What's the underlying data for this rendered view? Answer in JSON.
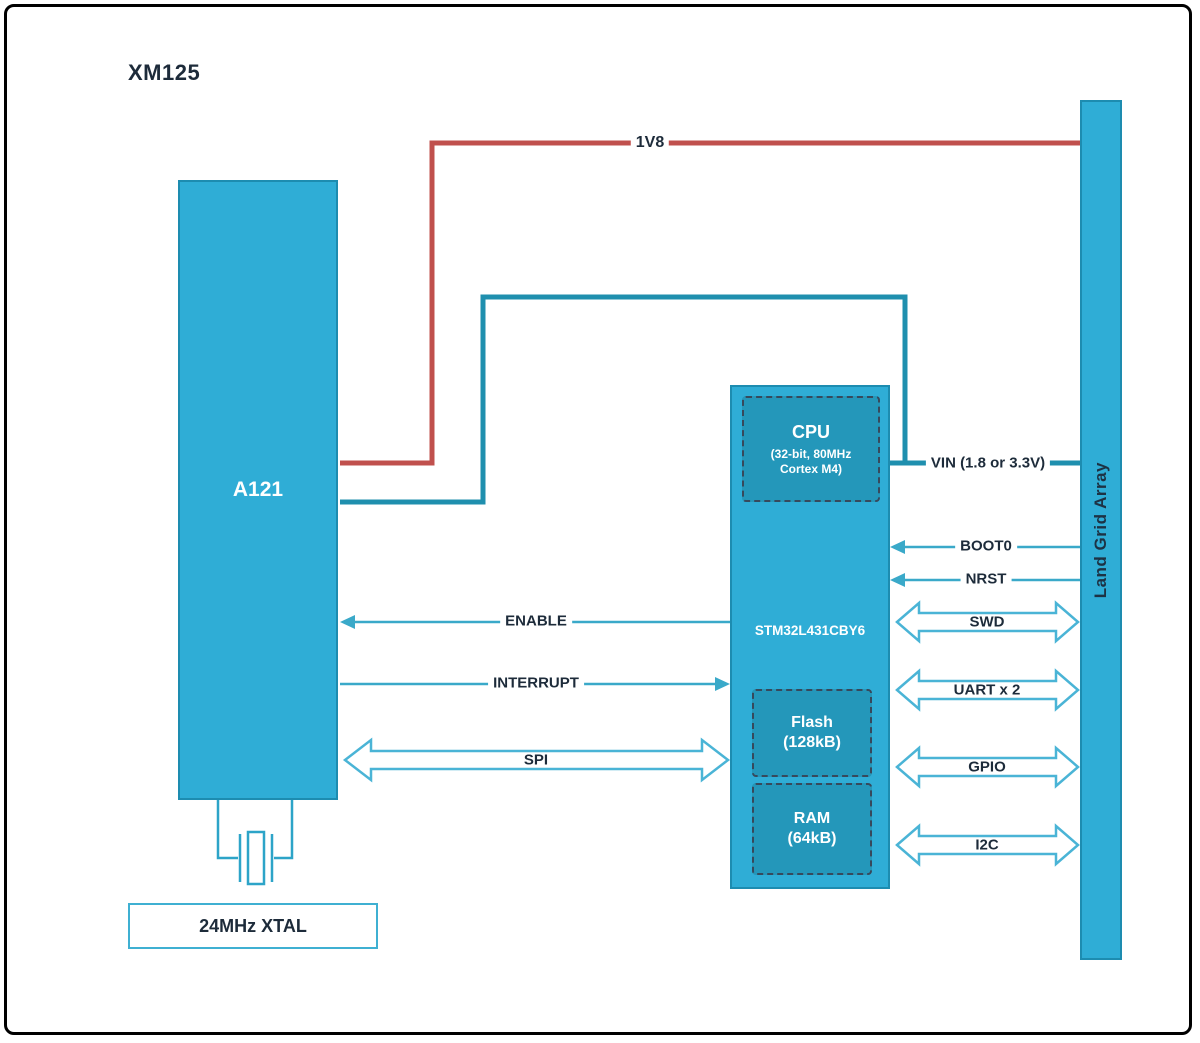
{
  "diagram": {
    "title": "XM125",
    "blocks": {
      "a121": {
        "label": "A121"
      },
      "mcu": {
        "label": "STM32L431CBY6",
        "cpu": {
          "name": "CPU",
          "detail1": "(32-bit, 80MHz",
          "detail2": "Cortex M4)"
        },
        "flash": {
          "name": "Flash",
          "size": "(128kB)"
        },
        "ram": {
          "name": "RAM",
          "size": "(64kB)"
        }
      },
      "lga": {
        "label": "Land Grid Array"
      },
      "xtal": {
        "label": "24MHz XTAL"
      }
    },
    "signals": {
      "rail_1v8": "1V8",
      "vin": "VIN (1.8 or 3.3V)",
      "boot0": "BOOT0",
      "nrst": "NRST",
      "swd": "SWD",
      "uart": "UART x 2",
      "gpio": "GPIO",
      "i2c": "I2C",
      "enable": "ENABLE",
      "interrupt": "INTERRUPT",
      "spi": "SPI"
    },
    "colors": {
      "block_fill": "#2fadd6",
      "block_border": "#1d8cb0",
      "subblock_fill": "#2497ba",
      "wire_teal": "#1f8fae",
      "wire_red": "#c0504d",
      "arrow_teal": "#3aa9c9",
      "text_dark": "#1d2b3a"
    }
  }
}
